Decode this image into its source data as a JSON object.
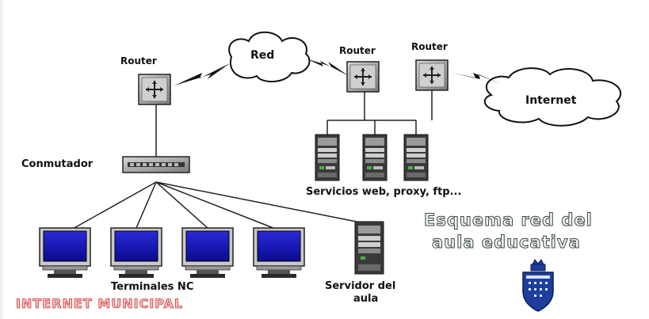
{
  "diagram": {
    "routers": [
      {
        "label": "Router"
      },
      {
        "label": "Router"
      },
      {
        "label": "Router"
      }
    ],
    "clouds": {
      "red": "Red",
      "internet": "Internet"
    },
    "switch_label": "Conmutador",
    "servers_label": "Servicios web, proxy, ftp...",
    "terminals_label": "Terminales NC",
    "classroom_server_label": [
      "Servidor del",
      "aula"
    ],
    "scheme_title": [
      "Esquema red del",
      "aula educativa"
    ],
    "brand": "INTERNET MUNICIPAL"
  }
}
